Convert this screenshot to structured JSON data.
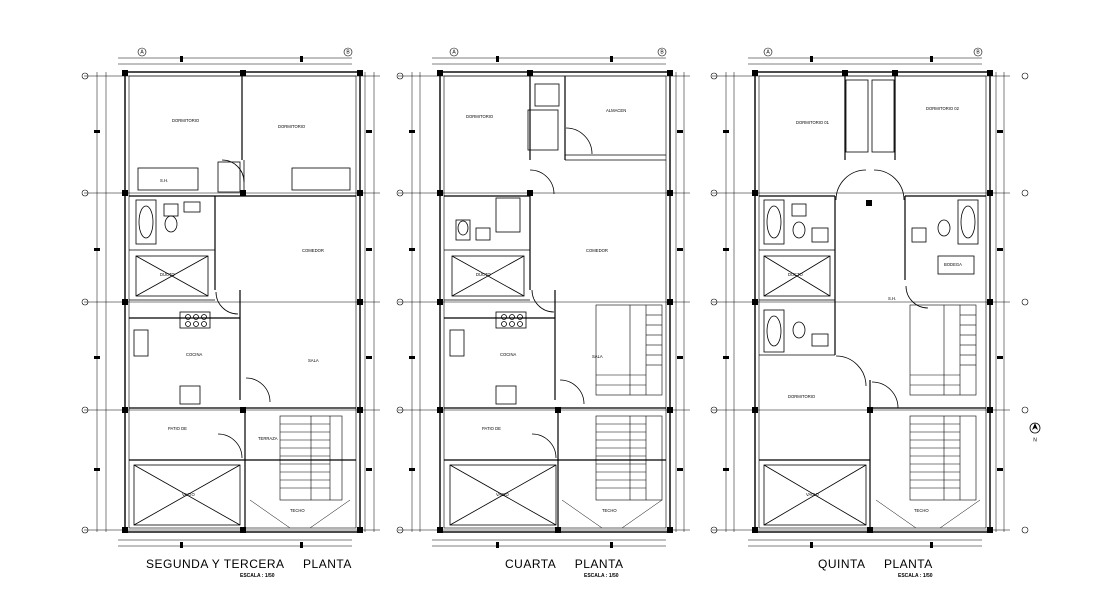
{
  "colors": {
    "ink": "#000000",
    "paper": "#ffffff"
  },
  "plans": [
    {
      "id": "segunda-tercera",
      "title": "SEGUNDA Y TERCERA     PLANTA",
      "scale": "ESCALA : 1/50",
      "rooms": [
        "DORMITORIO",
        "DORMITORIO",
        "S.H.",
        "COMEDOR",
        "DUCTO",
        "COCINA",
        "SALA",
        "PATIO DE",
        "VACIO",
        "TERRAZA",
        "TECHO"
      ]
    },
    {
      "id": "cuarta",
      "title": "CUARTA     PLANTA",
      "scale": "ESCALA : 1/50",
      "rooms": [
        "DORMITORIO",
        "ALMACEN",
        "COMEDOR",
        "DUCTO",
        "COCINA",
        "SALA",
        "PATIO DE",
        "VACIO",
        "TECHO"
      ]
    },
    {
      "id": "quinta",
      "title": "QUINTA     PLANTA",
      "scale": "ESCALA : 1/50",
      "rooms": [
        "DORMITORIO 01",
        "DORMITORIO 02",
        "DUCTO",
        "BODEGA",
        "S.H.",
        "DORMITORIO",
        "VACIO",
        "TECHO"
      ]
    }
  ],
  "axes": {
    "top_left": "A",
    "top_right": "B"
  },
  "north": "N"
}
